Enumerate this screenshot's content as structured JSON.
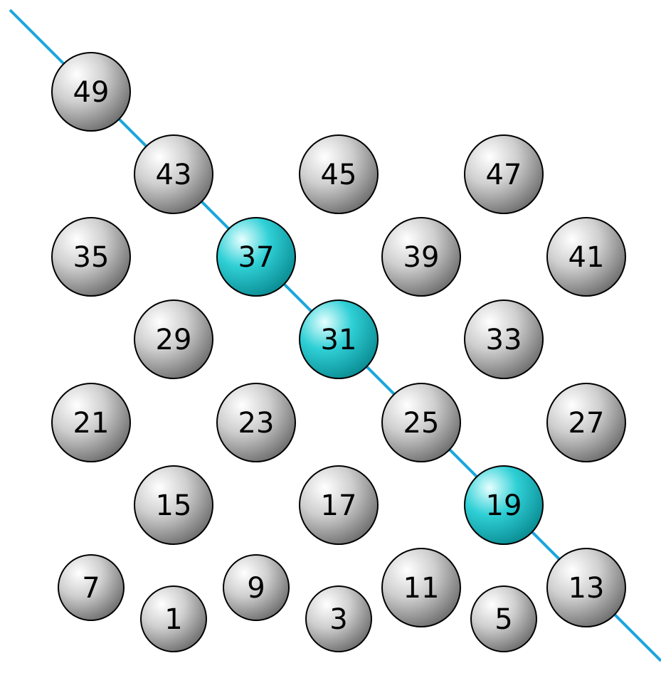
{
  "colors": {
    "line": "#1ba6dc",
    "highlight": "#22c4cc",
    "normal": "#a9a9a9",
    "outline": "#000000"
  },
  "balls": [
    {
      "label": "1",
      "highlighted": false
    },
    {
      "label": "3",
      "highlighted": false
    },
    {
      "label": "5",
      "highlighted": false
    },
    {
      "label": "7",
      "highlighted": false
    },
    {
      "label": "9",
      "highlighted": false
    },
    {
      "label": "11",
      "highlighted": false
    },
    {
      "label": "13",
      "highlighted": false
    },
    {
      "label": "15",
      "highlighted": false
    },
    {
      "label": "17",
      "highlighted": false
    },
    {
      "label": "19",
      "highlighted": true
    },
    {
      "label": "21",
      "highlighted": false
    },
    {
      "label": "23",
      "highlighted": false
    },
    {
      "label": "25",
      "highlighted": false
    },
    {
      "label": "27",
      "highlighted": false
    },
    {
      "label": "29",
      "highlighted": false
    },
    {
      "label": "31",
      "highlighted": true
    },
    {
      "label": "33",
      "highlighted": false
    },
    {
      "label": "35",
      "highlighted": false
    },
    {
      "label": "37",
      "highlighted": true
    },
    {
      "label": "39",
      "highlighted": false
    },
    {
      "label": "41",
      "highlighted": false
    },
    {
      "label": "43",
      "highlighted": false
    },
    {
      "label": "45",
      "highlighted": false
    },
    {
      "label": "47",
      "highlighted": false
    },
    {
      "label": "49",
      "highlighted": false
    }
  ]
}
